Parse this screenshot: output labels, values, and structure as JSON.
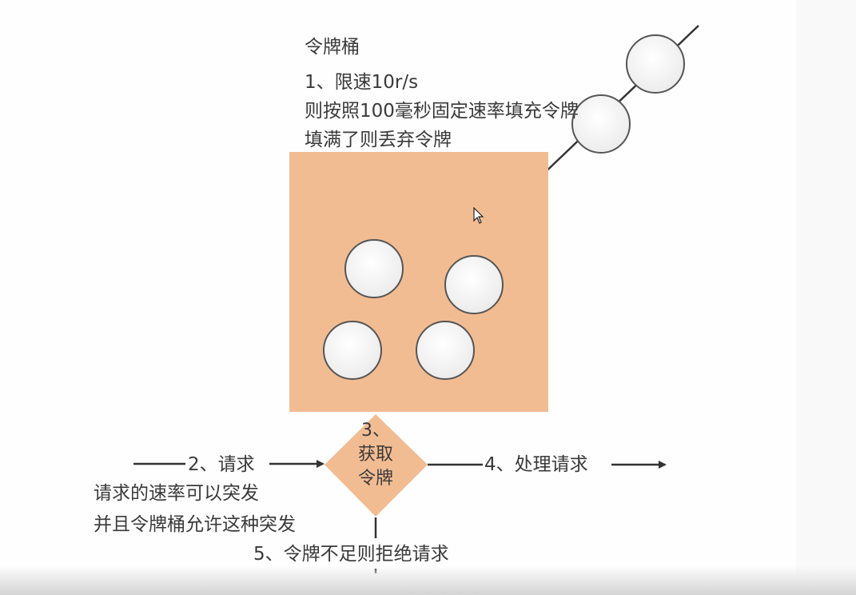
{
  "title": "令牌桶",
  "notes_top": {
    "line1": "令牌桶",
    "line2": "1、限速10r/s",
    "line3": "则按照100毫秒固定速率填充令牌",
    "line4": "填满了则丢弃令牌"
  },
  "bucket": {
    "fill_color": "#F2BC92",
    "token_count": 4
  },
  "incoming_tokens": 2,
  "step2": {
    "label": "2、请求",
    "desc1": "请求的速率可以突发",
    "desc2": "并且令牌桶允许这种突发"
  },
  "step3": {
    "number": "3、",
    "line1": "获取",
    "line2": "令牌"
  },
  "step4": {
    "label": "4、处理请求"
  },
  "step5": {
    "label": "5、令牌不足则拒绝请求"
  },
  "colors": {
    "bucket": "#F2BC92",
    "token_fill": "#f7f7f7",
    "token_stroke": "#555555",
    "line": "#333333"
  }
}
